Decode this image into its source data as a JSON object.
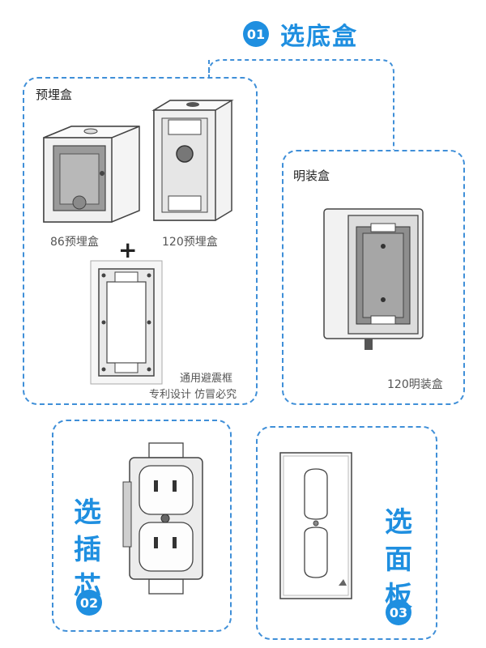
{
  "header": {
    "badge": "01",
    "title": "选底盒"
  },
  "panel_embedded": {
    "title": "预埋盒",
    "box86_label": "86预埋盒",
    "box120_label": "120预埋盒",
    "plus": "+",
    "frame_caption_line1": "通用避震框",
    "frame_caption_line2": "专利设计 仿冒必究"
  },
  "panel_surface": {
    "title": "明装盒",
    "box_label": "120明装盒"
  },
  "step2": {
    "title": "选插芯",
    "badge": "02"
  },
  "step3": {
    "title": "选面板",
    "badge": "03"
  },
  "colors": {
    "accent": "#1f8fe0",
    "dashed_border": "#3f8fd8",
    "line_art": "#444444"
  }
}
